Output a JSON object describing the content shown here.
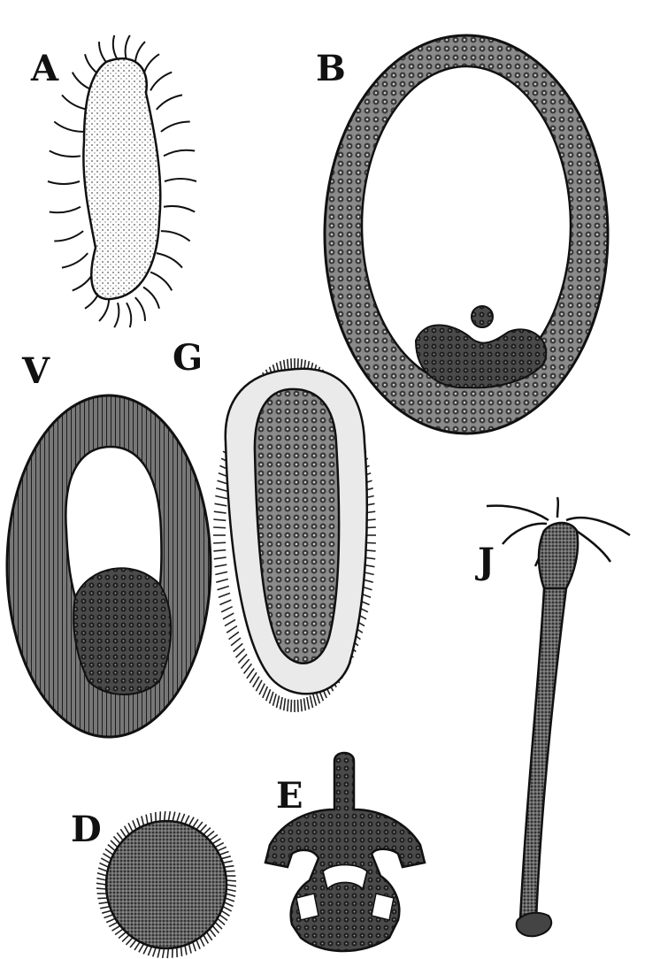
{
  "figure": {
    "panels": [
      {
        "id": "A",
        "label": "A"
      },
      {
        "id": "B",
        "label": "B"
      },
      {
        "id": "V",
        "label": "V"
      },
      {
        "id": "G",
        "label": "G"
      },
      {
        "id": "J",
        "label": "J"
      },
      {
        "id": "D",
        "label": "D"
      },
      {
        "id": "E",
        "label": "E"
      }
    ],
    "colors": {
      "ink": "#111111",
      "cell_fill": "#6a6a6a",
      "light_fill": "#e8e8e8",
      "background": "#ffffff"
    }
  }
}
